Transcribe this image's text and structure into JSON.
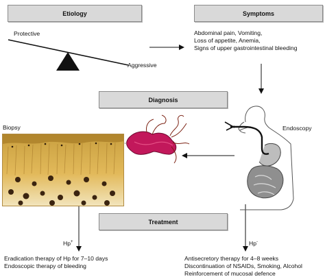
{
  "boxes": {
    "etiology": "Etiology",
    "symptoms": "Symptoms",
    "diagnosis": "Diagnosis",
    "treatment": "Treatment"
  },
  "etiology": {
    "protective": "Protective",
    "aggressive": "Aggressive"
  },
  "symptoms_text": [
    "Abdominal pain, Vomiting,",
    "Loss of appetite, Anemia,",
    "Signs of upper gastrointestinal bleeding"
  ],
  "diagnosis": {
    "biopsy": "Biopsy",
    "endoscopy": "Endoscopy"
  },
  "treatment": {
    "hp_pos": {
      "label": "Hp",
      "sup": "+"
    },
    "hp_neg": {
      "label": "Hp",
      "sup": "-"
    },
    "positive_items": [
      "Eradication therapy of Hp for 7–10 days",
      "Endoscopic therapy of bleeding"
    ],
    "negative_items": [
      "Antisecretory therapy for 4–8 weeks",
      "Discontinuation of NSAIDs, Smoking, Alcohol",
      "Reinforcement of mucosal defence"
    ]
  },
  "colors": {
    "box_fill": "#d9d9d9",
    "bacterium": "#c2185b",
    "tissue": "#d8a43a"
  }
}
